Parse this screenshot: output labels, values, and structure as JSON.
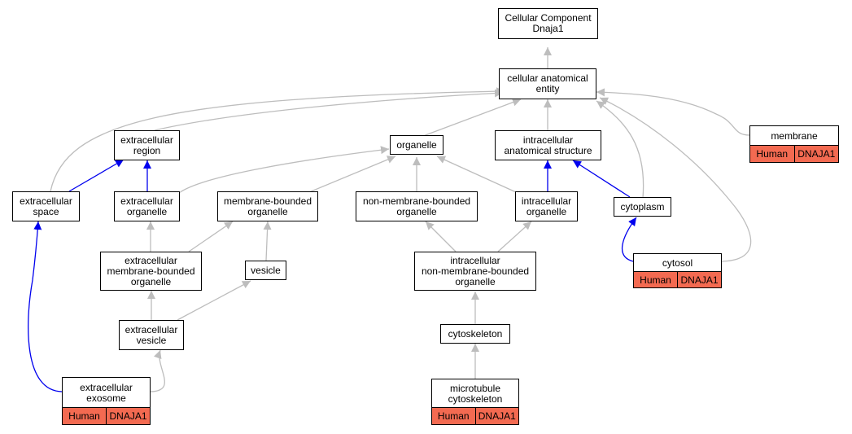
{
  "colors": {
    "is_a": "#bdbdbd",
    "part_of": "#0000ee",
    "annotation": "#f36a51"
  },
  "nodes": {
    "root": [
      "Cellular Component",
      "Dnaja1"
    ],
    "cae": [
      "cellular anatomical",
      "entity"
    ],
    "membrane": [
      "membrane"
    ],
    "extracellular_region": [
      "extracellular",
      "region"
    ],
    "organelle": [
      "organelle"
    ],
    "intracellular_structure": [
      "intracellular",
      "anatomical structure"
    ],
    "extracellular_space": [
      "extracellular",
      "space"
    ],
    "extracellular_organelle": [
      "extracellular",
      "organelle"
    ],
    "membrane_bounded": [
      "membrane-bounded",
      "organelle"
    ],
    "non_membrane_bounded": [
      "non-membrane-bounded",
      "organelle"
    ],
    "intracellular_organelle": [
      "intracellular",
      "organelle"
    ],
    "cytoplasm": [
      "cytoplasm"
    ],
    "cytosol": [
      "cytosol"
    ],
    "vesicle": [
      "vesicle"
    ],
    "ext_mb_organelle": [
      "extracellular",
      "membrane-bounded",
      "organelle"
    ],
    "intra_nmb_organelle": [
      "intracellular",
      "non-membrane-bounded",
      "organelle"
    ],
    "extracellular_vesicle": [
      "extracellular",
      "vesicle"
    ],
    "cytoskeleton": [
      "cytoskeleton"
    ],
    "extracellular_exosome": [
      "extracellular",
      "exosome"
    ],
    "microtubule_cytoskeleton": [
      "microtubule",
      "cytoskeleton"
    ]
  },
  "annotations": {
    "membrane": [
      "Human",
      "DNAJA1"
    ],
    "cytosol": [
      "Human",
      "DNAJA1"
    ],
    "extracellular_exosome": [
      "Human",
      "DNAJA1"
    ],
    "microtubule_cytoskeleton": [
      "Human",
      "DNAJA1"
    ]
  }
}
